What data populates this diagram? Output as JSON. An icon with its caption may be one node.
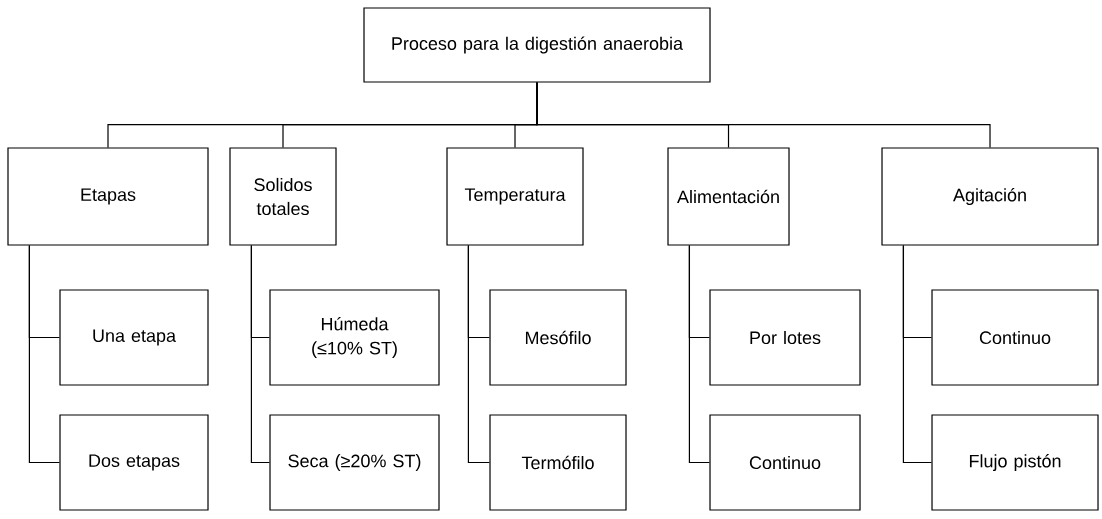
{
  "diagram": {
    "nodes": [
      {
        "text": [
          "Proceso para la digestión anaerobia"
        ]
      },
      {
        "text": [
          "Etapas"
        ]
      },
      {
        "text": [
          "Solidos totales"
        ]
      },
      {
        "text": [
          "Temperatura"
        ]
      },
      {
        "text": [
          "Alimentación"
        ]
      },
      {
        "text": [
          "Agitación"
        ]
      },
      {
        "text": [
          "Una etapa"
        ]
      },
      {
        "text": [
          "Dos etapas"
        ]
      },
      {
        "text": [
          "Húmeda (≤10% ST)"
        ]
      },
      {
        "text": [
          "Seca (≥20% ST)"
        ]
      },
      {
        "text": [
          "Mesófilo"
        ]
      },
      {
        "text": [
          "Termófilo"
        ]
      },
      {
        "text": [
          "Por lotes"
        ]
      },
      {
        "text": [
          "Continuo"
        ]
      },
      {
        "text": [
          "Continuo"
        ]
      },
      {
        "text": [
          "Flujo pistón"
        ]
      }
    ],
    "edges": [
      {
        "from": 0,
        "to": 1,
        "arrow": "none"
      },
      {
        "from": 0,
        "to": 2,
        "arrow": "none"
      },
      {
        "from": 0,
        "to": 3,
        "arrow": "none"
      },
      {
        "from": 0,
        "to": 4,
        "arrow": "none"
      },
      {
        "from": 0,
        "to": 5,
        "arrow": "none"
      },
      {
        "from": 1,
        "to": 6,
        "arrow": "none"
      },
      {
        "from": 1,
        "to": 7,
        "arrow": "none"
      },
      {
        "from": 2,
        "to": 8,
        "arrow": "none"
      },
      {
        "from": 2,
        "to": 9,
        "arrow": "none"
      },
      {
        "from": 3,
        "to": 10,
        "arrow": "none"
      },
      {
        "from": 3,
        "to": 11,
        "arrow": "none"
      },
      {
        "from": 4,
        "to": 12,
        "arrow": "none"
      },
      {
        "from": 4,
        "to": 13,
        "arrow": "none"
      },
      {
        "from": 5,
        "to": 14,
        "arrow": "none"
      },
      {
        "from": 5,
        "to": 15,
        "arrow": "none"
      }
    ]
  }
}
